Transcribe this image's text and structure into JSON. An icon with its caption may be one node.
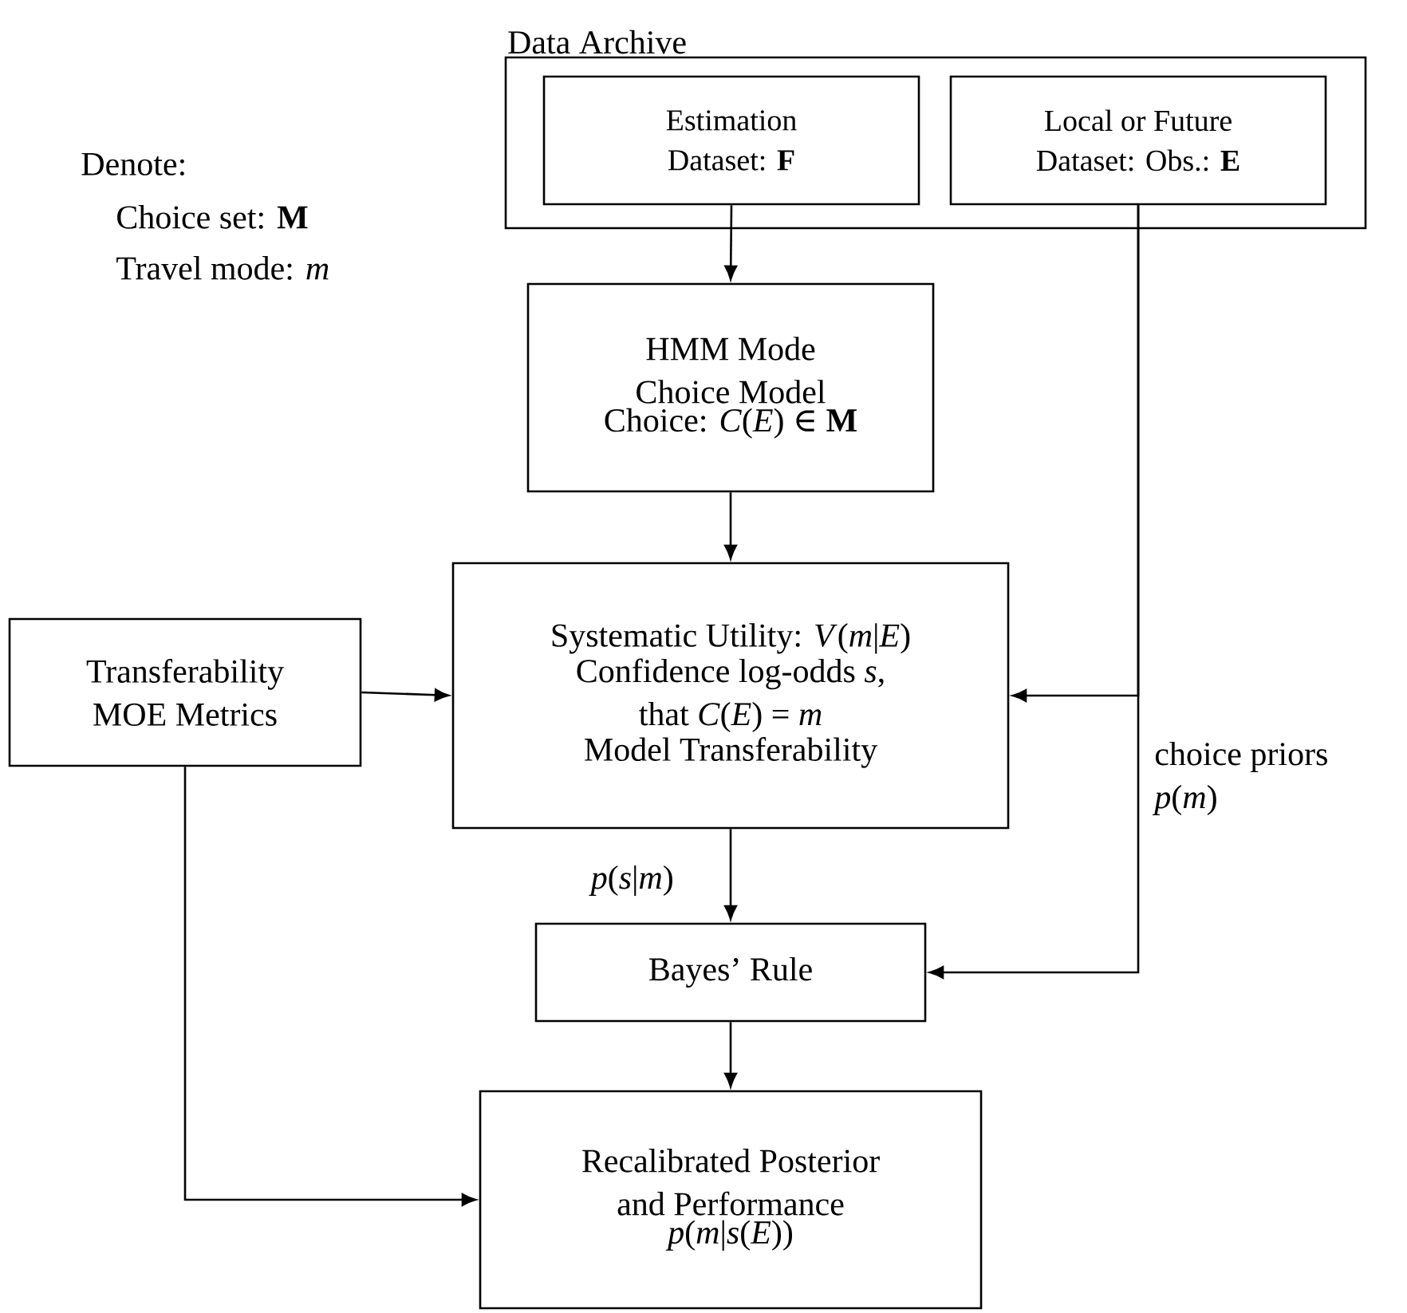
{
  "diagram": {
    "nodes": [
      {
        "text": [
          "Data Archive"
        ]
      },
      {
        "text": [
          "Estimation Dataset: **F**"
        ],
        "in": 0
      },
      {
        "text": [
          "Local or Future Dataset: Obs.: **E**"
        ],
        "in": 0
      },
      {
        "text": [
          "HMM Mode Choice Model",
          "Choice: *C*(*E*) ∈ **M**"
        ]
      },
      {
        "text": [
          "Systematic Utility: *V*(*m*|*E*)",
          "Confidence log-odds *s*, that *C*(*E*) = *m*",
          "Model Transferability"
        ]
      },
      {
        "text": [
          "Transferability MOE Metrics"
        ]
      },
      {
        "text": [
          "Bayes’ Rule"
        ]
      },
      {
        "text": [
          "Recalibrated Posterior and Performance",
          "*p*(*m*|*s*(*E*))"
        ]
      }
    ],
    "edges": [
      {
        "from": 1,
        "to": 3,
        "arrow": "to"
      },
      {
        "from": 3,
        "to": 4,
        "arrow": "to"
      },
      {
        "from": 2,
        "to": 4,
        "arrow": "to"
      },
      {
        "from": 5,
        "to": 4,
        "arrow": "to"
      },
      {
        "from": 4,
        "to": 6,
        "arrow": "to",
        "label": "*p*(*s*|*m*)"
      },
      {
        "from": 2,
        "to": 6,
        "arrow": "to",
        "label": "choice priors *p*(*m*)"
      },
      {
        "from": 6,
        "to": 7,
        "arrow": "to"
      },
      {
        "from": 5,
        "to": 7,
        "arrow": "to"
      }
    ],
    "labels": [
      "Denote:",
      "Choice set: **M**",
      "Travel mode: *m*"
    ]
  }
}
